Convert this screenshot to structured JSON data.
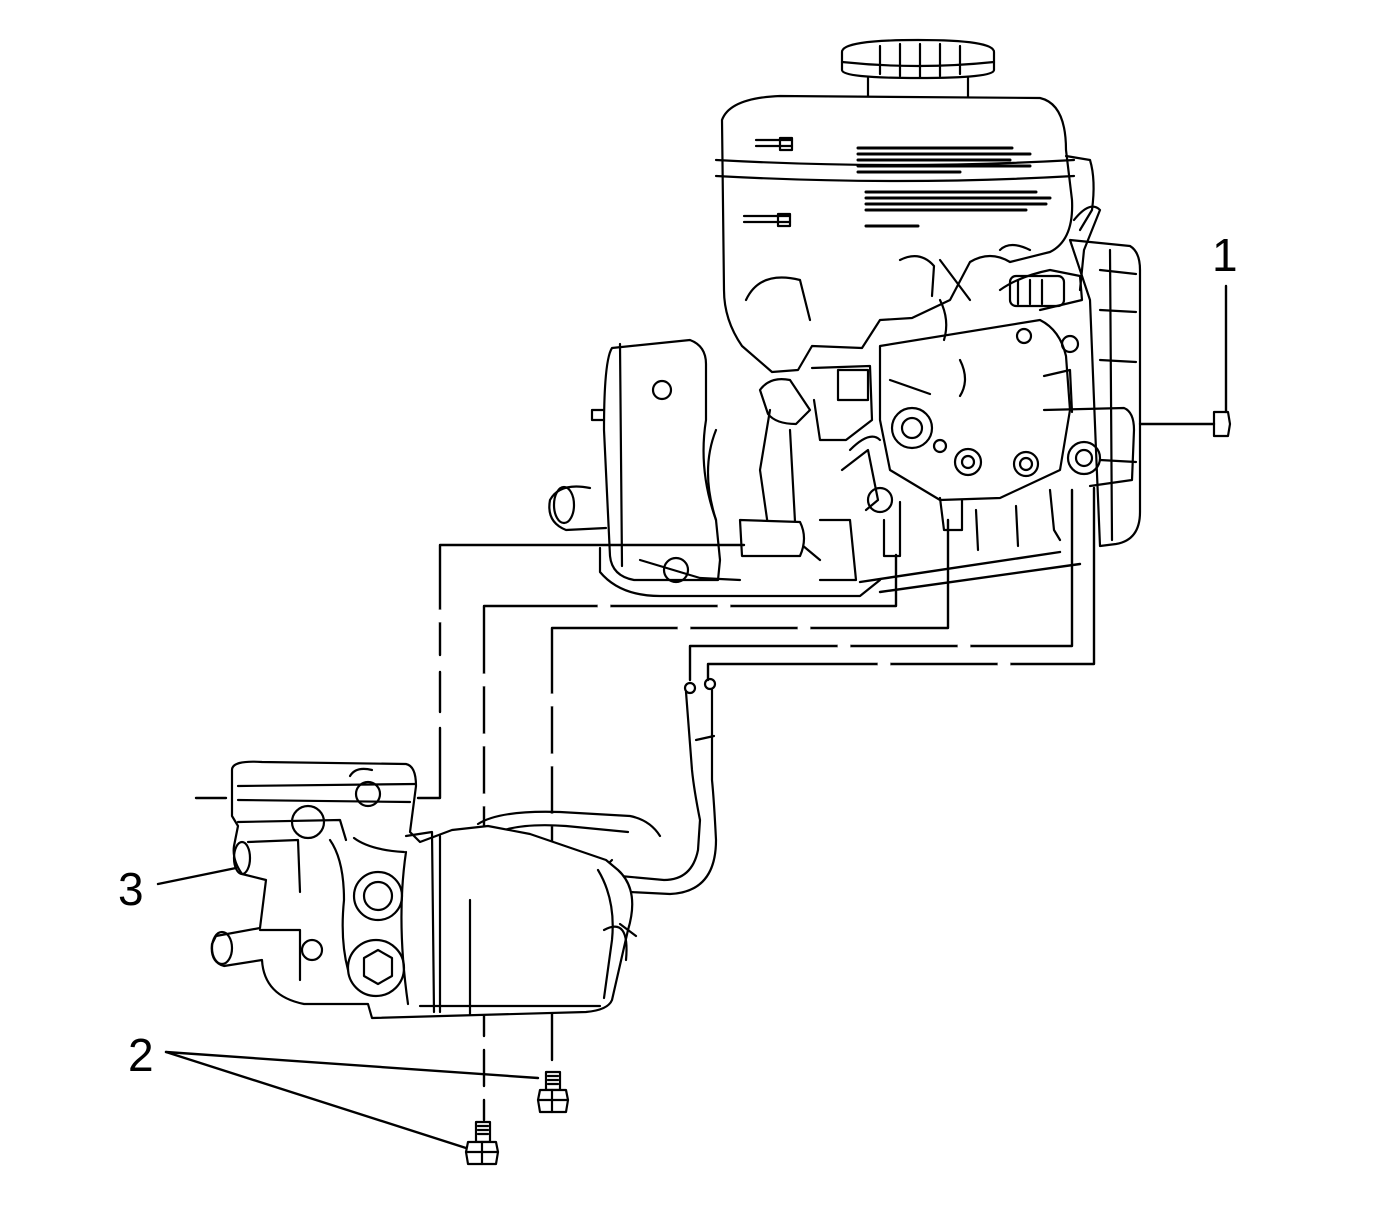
{
  "callouts": [
    {
      "id": "1"
    },
    {
      "id": "2"
    },
    {
      "id": "3"
    }
  ],
  "colors": {
    "line": "#000000",
    "background": "#ffffff"
  }
}
